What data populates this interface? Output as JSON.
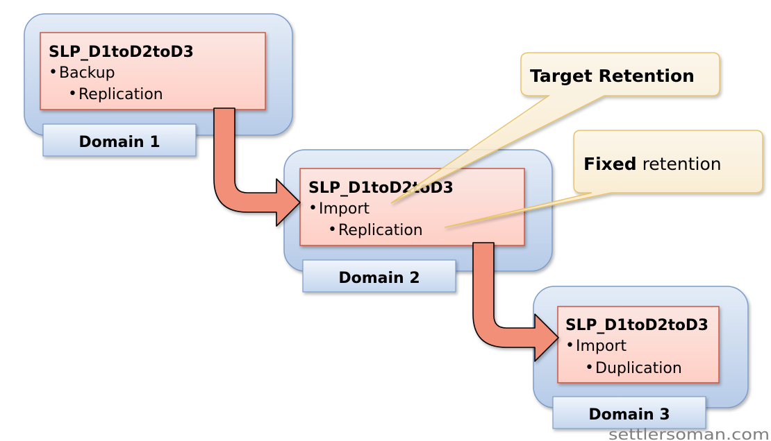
{
  "domains": [
    {
      "label": "Domain 1",
      "policy": {
        "title": "SLP_D1toD2toD3",
        "level1": "Backup",
        "level2": "Replication"
      }
    },
    {
      "label": "Domain 2",
      "policy": {
        "title": "SLP_D1toD2toD3",
        "level1": "Import",
        "level2": "Replication"
      }
    },
    {
      "label": "Domain 3",
      "policy": {
        "title": "SLP_D1toD2toD3",
        "level1": "Import",
        "level2": "Duplication"
      }
    }
  ],
  "callouts": {
    "target": {
      "bold": "Target Retention",
      "rest": ""
    },
    "fixed": {
      "bold": "Fixed",
      "rest": " retention"
    }
  },
  "bullet": "•",
  "watermark": "settlersoman.com",
  "colors": {
    "domain_fill_top": "#dce6f4",
    "domain_fill_bottom": "#b9cde9",
    "domain_stroke": "#7d9cc6",
    "policy_fill_top": "#fadcd6",
    "policy_fill_bottom": "#ffd0c8",
    "policy_stroke": "#d0553f",
    "arrow_fill": "#f28f78",
    "callout_fill": "#fff3d8",
    "callout_stroke": "#e8c36a"
  }
}
